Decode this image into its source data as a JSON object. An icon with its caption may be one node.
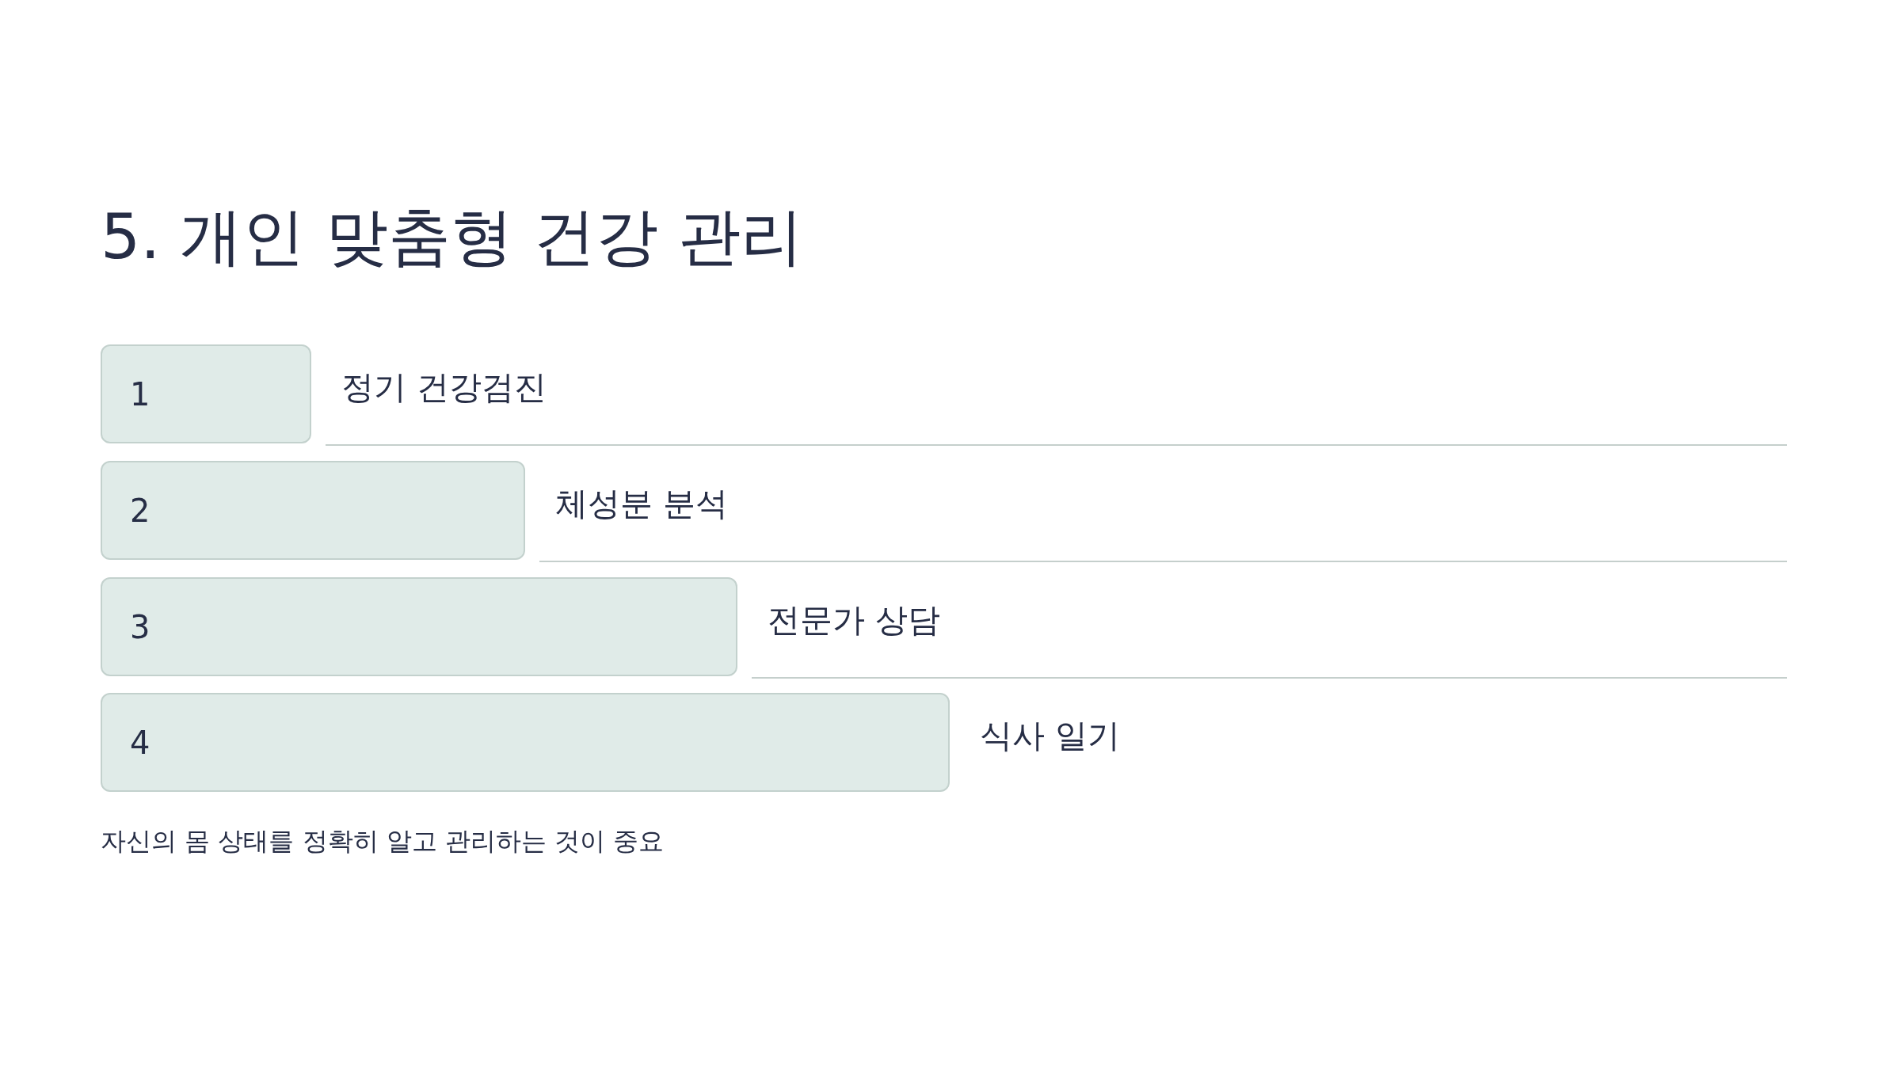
{
  "diagram": {
    "title": "5. 개인 맞춤형 건강 관리",
    "nodes": [
      {
        "text": [
          "1"
        ],
        "beside": [
          "정기 건강검진"
        ]
      },
      {
        "text": [
          "2"
        ],
        "beside": [
          "체성분 분석"
        ]
      },
      {
        "text": [
          "3"
        ],
        "beside": [
          "전문가 상담"
        ]
      },
      {
        "text": [
          "4"
        ],
        "beside": [
          "식사 일기"
        ]
      }
    ],
    "caption": "자신의 몸 상태를 정확히 알고 관리하는 것이 중요"
  }
}
